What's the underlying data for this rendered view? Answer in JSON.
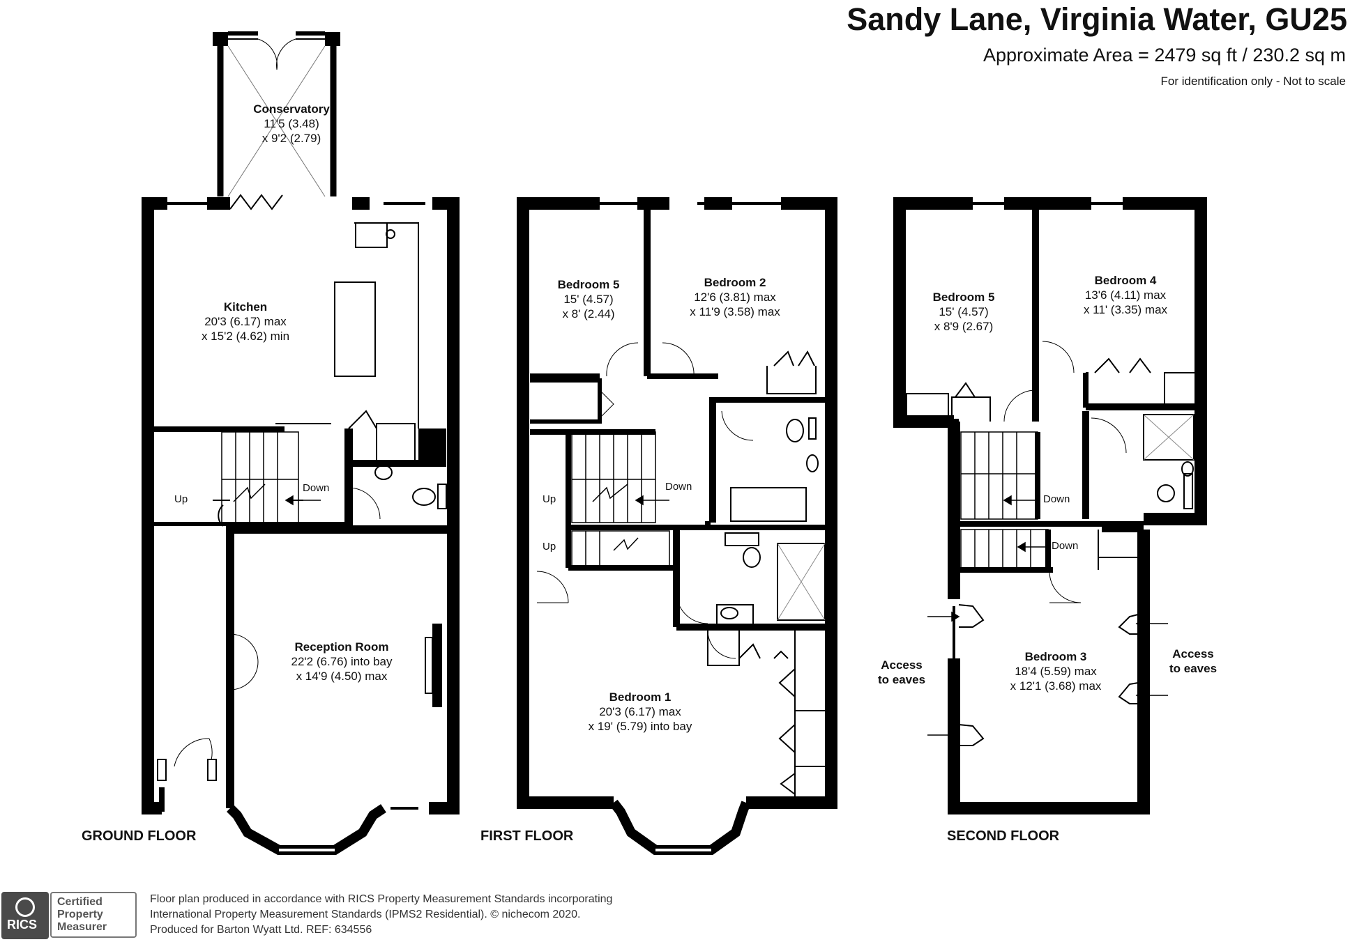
{
  "header": {
    "title": "Sandy Lane, Virginia Water, GU25",
    "area": "Approximate Area = 2479 sq ft / 230.2 sq m",
    "note": "For identification only - Not to scale"
  },
  "floors": {
    "ground": "GROUND FLOOR",
    "first": "FIRST FLOOR",
    "second": "SECOND FLOOR"
  },
  "rooms": {
    "conservatory": {
      "name": "Conservatory",
      "l1": "11'5 (3.48)",
      "l2": "x 9'2 (2.79)"
    },
    "kitchen": {
      "name": "Kitchen",
      "l1": "20'3 (6.17) max",
      "l2": "x 15'2 (4.62) min"
    },
    "reception": {
      "name": "Reception Room",
      "l1": "22'2 (6.76) into bay",
      "l2": "x 14'9 (4.50) max"
    },
    "bedroom5_first": {
      "name": "Bedroom 5",
      "l1": "15' (4.57)",
      "l2": "x 8' (2.44)"
    },
    "bedroom2": {
      "name": "Bedroom 2",
      "l1": "12'6 (3.81) max",
      "l2": "x 11'9 (3.58) max"
    },
    "bedroom1": {
      "name": "Bedroom 1",
      "l1": "20'3 (6.17) max",
      "l2": "x 19' (5.79) into bay"
    },
    "bedroom5_second": {
      "name": "Bedroom 5",
      "l1": "15' (4.57)",
      "l2": "x 8'9 (2.67)"
    },
    "bedroom4": {
      "name": "Bedroom 4",
      "l1": "13'6 (4.11) max",
      "l2": "x 11' (3.35) max"
    },
    "bedroom3": {
      "name": "Bedroom 3",
      "l1": "18'4 (5.59) max",
      "l2": "x 12'1 (3.68) max"
    }
  },
  "stairs": {
    "up": "Up",
    "down": "Down"
  },
  "eaves": {
    "left_l1": "Access",
    "left_l2": "to eaves",
    "right_l1": "Access",
    "right_l2": "to eaves"
  },
  "footer": {
    "line1": "Floor plan produced in accordance with RICS Property Measurement Standards incorporating",
    "line2": "International Property Measurement Standards (IPMS2 Residential).  © nichecom 2020.",
    "line3": "Produced for Barton Wyatt Ltd.   REF:  634556",
    "badge_org": "RICS",
    "cert_l1": "Certified",
    "cert_l2": "Property",
    "cert_l3": "Measurer"
  }
}
